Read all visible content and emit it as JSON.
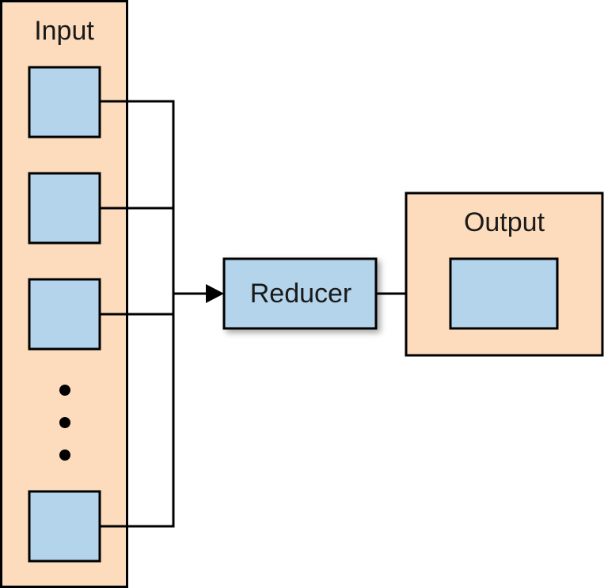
{
  "input": {
    "title": "Input",
    "items": [
      "",
      "",
      "",
      "",
      ""
    ],
    "ellipsis": "..."
  },
  "reducer": {
    "label": "Reducer"
  },
  "output": {
    "title": "Output"
  },
  "colors": {
    "container_fill": "#fcdcbc",
    "item_fill": "#b3d4ea",
    "stroke": "#000000"
  }
}
